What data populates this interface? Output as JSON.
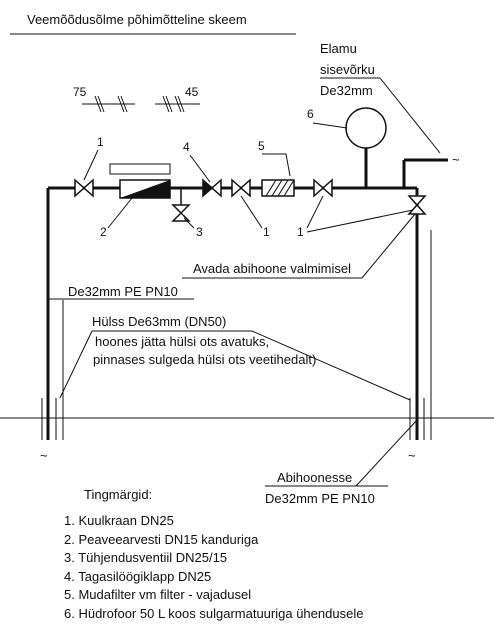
{
  "title": "Veemõõdusõlme põhimõtteline skeem",
  "labels": {
    "elamu_1": "Elamu",
    "elamu_2": "sisevõrku",
    "elamu_3": "De32mm",
    "dim_75": "75",
    "dim_45": "45",
    "num_1a": "1",
    "num_2": "2",
    "num_3": "3",
    "num_4": "4",
    "num_5": "5",
    "num_6": "6",
    "num_1b": "1",
    "num_1c": "1",
    "avada": "Avada abihoone valmimisel",
    "pipe_main": "De32mm PE PN10",
    "hulss": "Hülss De63mm (DN50)",
    "note_1": "hoones jätta hülsi ots avatuks,",
    "note_2": "pinnases sulgeda hülsi ots veetihedalt)",
    "abi_1": "Abihoonesse",
    "abi_2": "De32mm PE PN10"
  },
  "legend": {
    "title": "Tingmärgid:",
    "items": [
      "1. Kuulkraan DN25",
      "2. Peaveearvesti DN15 kanduriga",
      "3. Tühjendusventiil DN25/15",
      "4. Tagasilöögiklapp DN25",
      "5. Mudafilter vm filter - vajadusel",
      "6. Hüdrofoor 50 L koos sulgarmatuuriga ühendusele"
    ]
  }
}
